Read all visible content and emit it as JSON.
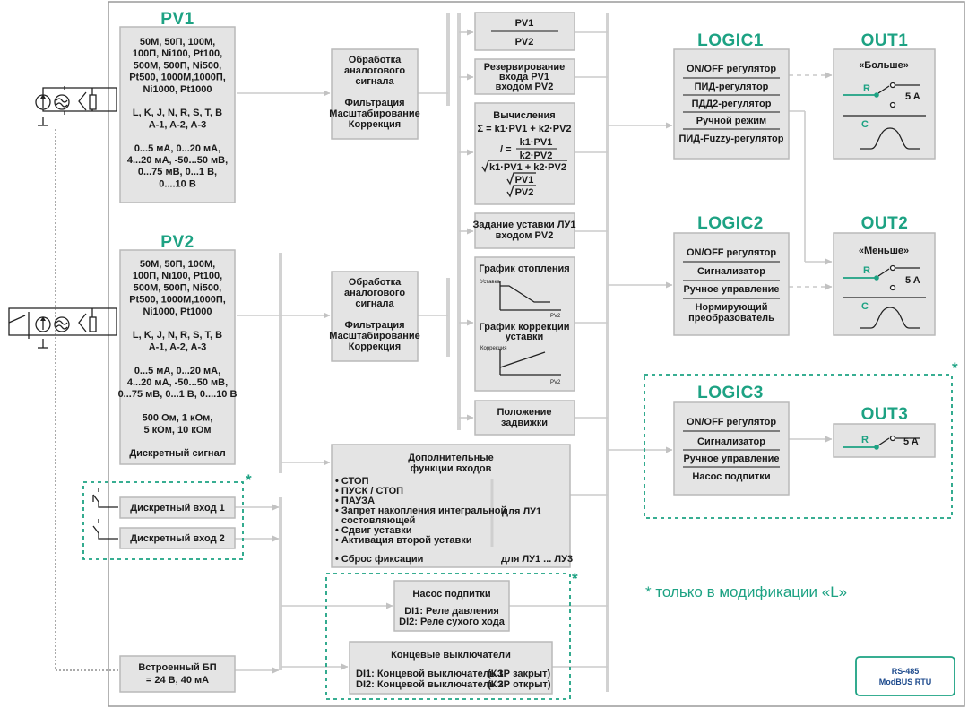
{
  "inputs": {
    "pv1": {
      "title": "PV1",
      "lines": [
        "50М, 50П, 100М,",
        "100П, Ni100, Pt100,",
        "500М, 500П, Ni500,",
        "Pt500, 1000М,1000П,",
        "Ni1000, Pt1000",
        "",
        "L, K, J, N, R, S, T, B",
        "A-1, A-2, A-3",
        "",
        "0...5 мА, 0...20 мА,",
        "4...20 мА, -50...50 мВ,",
        "0...75 мВ, 0...1 В,",
        "0....10 В"
      ]
    },
    "pv2": {
      "title": "PV2",
      "lines": [
        "50М, 50П, 100М,",
        "100П, Ni100, Pt100,",
        "500М, 500П, Ni500,",
        "Pt500, 1000М,1000П,",
        "Ni1000, Pt1000",
        "",
        "L, K, J, N, R, S, T, B",
        "A-1, A-2, A-3",
        "",
        "0...5 мА, 0...20 мА,",
        "4...20 мА, -50...50 мВ,",
        "0...75 мВ, 0...1 В, 0....10 В",
        "",
        "500 Ом, 1 кОм,",
        "5 кОм, 10 кОм",
        "",
        "Дискретный сигнал"
      ]
    },
    "di1": "Дискретный вход 1",
    "di2": "Дискретный вход 2",
    "psu": [
      "Встроенный БП",
      "= 24 В, 40 мА"
    ]
  },
  "processing": {
    "analog": [
      "Обработка",
      "аналогового",
      "сигнала",
      "",
      "Фильтрация",
      "Масштабирование",
      "Коррекция"
    ]
  },
  "functions": {
    "pv": [
      "PV1",
      "PV2"
    ],
    "reserve": [
      "Резервирование",
      "входа PV1",
      "входом PV2"
    ],
    "calc": {
      "title": "Вычисления",
      "sum": "Σ = k1·PV1 + k2·PV2",
      "div_sign": "/ =",
      "div_num": "k1·PV1",
      "div_den": "k2·PV2",
      "sqrt1": "k1·PV1 + k2·PV2",
      "sqrt2": "PV1",
      "sqrt3": "PV2"
    },
    "setpoint": [
      "Задание уставки ЛУ1",
      "входом PV2"
    ],
    "heat_graph": {
      "title": "График отопления",
      "ylabel": "Уставка",
      "xlabel": "PV2"
    },
    "corr_graph": {
      "title": [
        "График коррекции",
        "уставки"
      ],
      "ylabel": "Коррекция",
      "xlabel": "PV2"
    },
    "valve": [
      "Положение",
      "задвижки"
    ]
  },
  "extra": {
    "title": [
      "Дополнительные",
      "функции входов"
    ],
    "items": [
      "СТОП",
      "ПУСК / СТОП",
      "ПАУЗА",
      "Запрет накопления интегральной",
      "состовляющей",
      "Сдвиг уставки",
      "Активация второй уставки"
    ],
    "for_lu1": "для ЛУ1",
    "reset": "Сброс фиксации",
    "for_lu_all": "для ЛУ1 ... ЛУ3"
  },
  "pump": {
    "title": "Насос подпитки",
    "lines": [
      "DI1: Реле давления",
      "DI2: Реле сухого хода"
    ]
  },
  "limits": {
    "title": "Концевые выключатели",
    "lines": [
      "DI1: Концевой выключатель 1",
      "DI2: Концевой выключатель 2"
    ],
    "suffix": [
      "(КЗР закрыт)",
      "(КЗР открыт)"
    ]
  },
  "logic": {
    "l1": {
      "title": "LOGIC1",
      "items": [
        "ON/OFF регулятор",
        "ПИД-регулятор",
        "ПДД2-регулятор",
        "Ручной режим",
        "ПИД-Fuzzy-регулятор"
      ]
    },
    "l2": {
      "title": "LOGIC2",
      "items": [
        "ON/OFF регулятор",
        "Сигнализатор",
        "Ручное управление",
        "Нормирующий",
        "преобразователь"
      ]
    },
    "l3": {
      "title": "LOGIC3",
      "items": [
        "ON/OFF регулятор",
        "Сигнализатор",
        "Ручное управление",
        "Насос подпитки"
      ]
    }
  },
  "outputs": {
    "o1": {
      "title": "OUT1",
      "label": "«Больше»",
      "r": "R",
      "amp": "5 A",
      "c": "C"
    },
    "o2": {
      "title": "OUT2",
      "label": "«Меньше»",
      "r": "R",
      "amp": "5 A",
      "c": "C"
    },
    "o3": {
      "title": "OUT3",
      "r": "R",
      "amp": "5 A"
    }
  },
  "note": "* только в модификации «L»",
  "asterisk": "*",
  "interface": [
    "RS-485",
    "ModBUS RTU"
  ],
  "colors": {
    "accent": "#1da283",
    "box": "#e4e4e4",
    "line": "#cbcbcb",
    "interface_text": "#1d4a8c"
  }
}
